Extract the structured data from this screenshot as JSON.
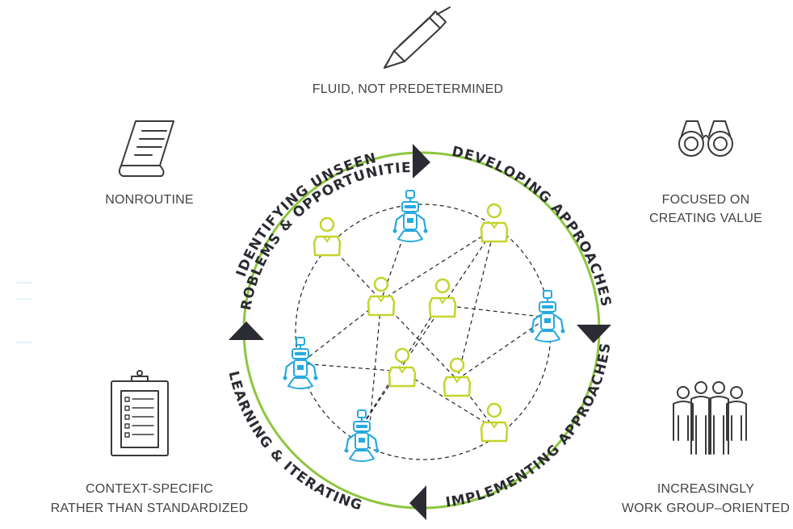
{
  "characteristics": {
    "top": "FLUID, NOT PREDETERMINED",
    "left_top": "NONROUTINE",
    "right_top_line1": "FOCUSED ON",
    "right_top_line2": "CREATING VALUE",
    "left_bottom_line1": "CONTEXT-SPECIFIC",
    "left_bottom_line2": "RATHER THAN STANDARDIZED",
    "right_bottom_line1": "INCREASINGLY",
    "right_bottom_line2": "WORK GROUP–ORIENTED"
  },
  "cycle": {
    "identifying_line1": "IDENTIFYING UNSEEN",
    "identifying_line2": "PROBLEMS & OPPORTUNITIES",
    "developing": "DEVELOPING APPROACHES",
    "implementing": "IMPLEMENTING APPROACHES",
    "learning": "LEARNING & ITERATING"
  },
  "icons": {
    "top": "pen-icon",
    "left_top": "document-scroll-icon",
    "right_top": "binoculars-icon",
    "left_bottom": "clipboard-checklist-icon",
    "right_bottom": "group-of-people-icon"
  },
  "colors": {
    "circle_green": "#8dc63f",
    "human_green": "#c4d42b",
    "robot_blue": "#26a9e0",
    "arrow_dark": "#2b2b33",
    "text_gray": "#444444"
  }
}
